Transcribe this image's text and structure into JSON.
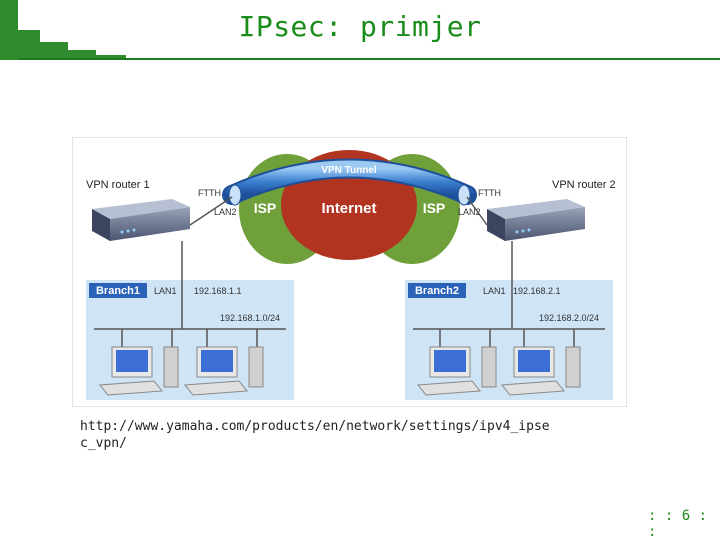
{
  "slide": {
    "title": "IPsec: primjer",
    "page_number": ": : 6 : :",
    "source_url": "http://www.yamaha.com/products/en/network/settings/ipv4_ipsec_vpn/"
  },
  "diagram": {
    "vpn_tunnel": "VPN Tunnel",
    "internet": "Internet",
    "isp_left": "ISP",
    "isp_right": "ISP",
    "router1": {
      "label": "VPN router 1",
      "wan": "FTTH",
      "lan2": "LAN2"
    },
    "router2": {
      "label": "VPN router 2",
      "wan": "FTTH",
      "lan2": "LAN2"
    },
    "branch1": {
      "name": "Branch1",
      "lan1": "LAN1",
      "ip": "192.168.1.1",
      "subnet": "192.168.1.0/24"
    },
    "branch2": {
      "name": "Branch2",
      "lan1": "LAN1",
      "ip": "192.168.2.1",
      "subnet": "192.168.2.0/24"
    },
    "colors": {
      "title": "#1a8c1a",
      "isp": "#6fa03a",
      "internet": "#b0341f",
      "tunnel": "#3a7fd0",
      "branch_bg": "#cfe4f4",
      "branch_label": "#2a62b8"
    }
  }
}
